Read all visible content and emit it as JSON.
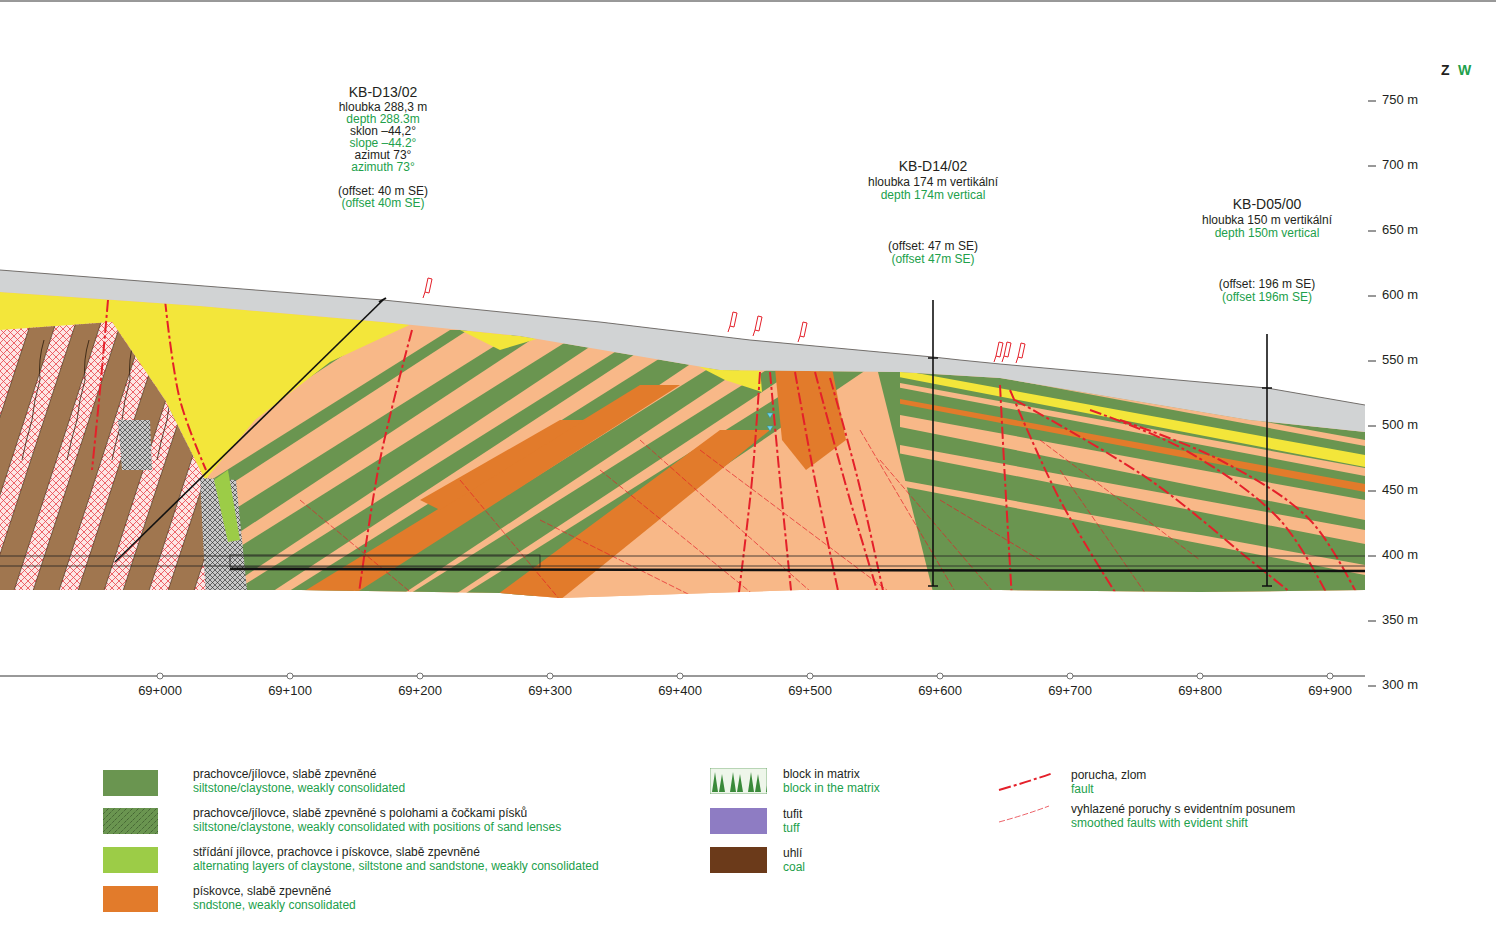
{
  "diagram": {
    "labels": [
      "Z",
      "W",
      "KB-D13/02",
      "hloubka 288,3 m",
      "depth 288.3m",
      "sklon –44,2°",
      "slope –44.2°",
      "azimut 73°",
      "azimuth 73°",
      "(offset: 40 m SE)",
      "(offset 40m SE)",
      "KB-D14/02",
      "hloubka 174 m vertikální",
      "depth 174m vertical",
      "(offset: 47 m SE)",
      "(offset 47m SE)",
      "KB-D05/00",
      "hloubka 150 m vertikální",
      "depth 150m vertical",
      "(offset: 196 m SE)",
      "(offset 196m SE)",
      "750 m",
      "700 m",
      "650 m",
      "600 m",
      "550 m",
      "500 m",
      "450 m",
      "400 m",
      "350 m",
      "300 m",
      "69+000",
      "69+100",
      "69+200",
      "69+300",
      "69+400",
      "69+500",
      "69+600",
      "69+700",
      "69+800",
      "69+900",
      "siltstone/claystone, weakly consolidated",
      "siltstone/claystone, weakly consolidated with positions of sand lenses",
      "alternating layers of claystone, siltstone and sandstone, weakly consolidated",
      "sndstone, weakly consolidated",
      "block in the matrix",
      "tuff",
      "coal",
      "fault",
      "smoothed faults with evident shift"
    ],
    "legend": [
      {
        "text": "prachovce/jílovce, slabě zpevněné",
        "color": "#6a9550"
      },
      {
        "text": "prachovce/jílovce, slabě zpevněné s polohami a čočkami písků"
      },
      {
        "text": "střídání jílovce, prachovce i pískovce, slabě zpevněné",
        "color": "#9ccc47"
      },
      {
        "text": "pískovce, slabě zpevněné",
        "color": "#e27b2b"
      },
      {
        "text": "block in matrix"
      },
      {
        "text": "tufit",
        "color": "#8e7cc3"
      },
      {
        "text": "uhlí",
        "color": "#6b3a1a"
      },
      {
        "text": "porucha, zlom"
      },
      {
        "text": "vyhlazené poruchy s evidentním posunem"
      }
    ]
  }
}
